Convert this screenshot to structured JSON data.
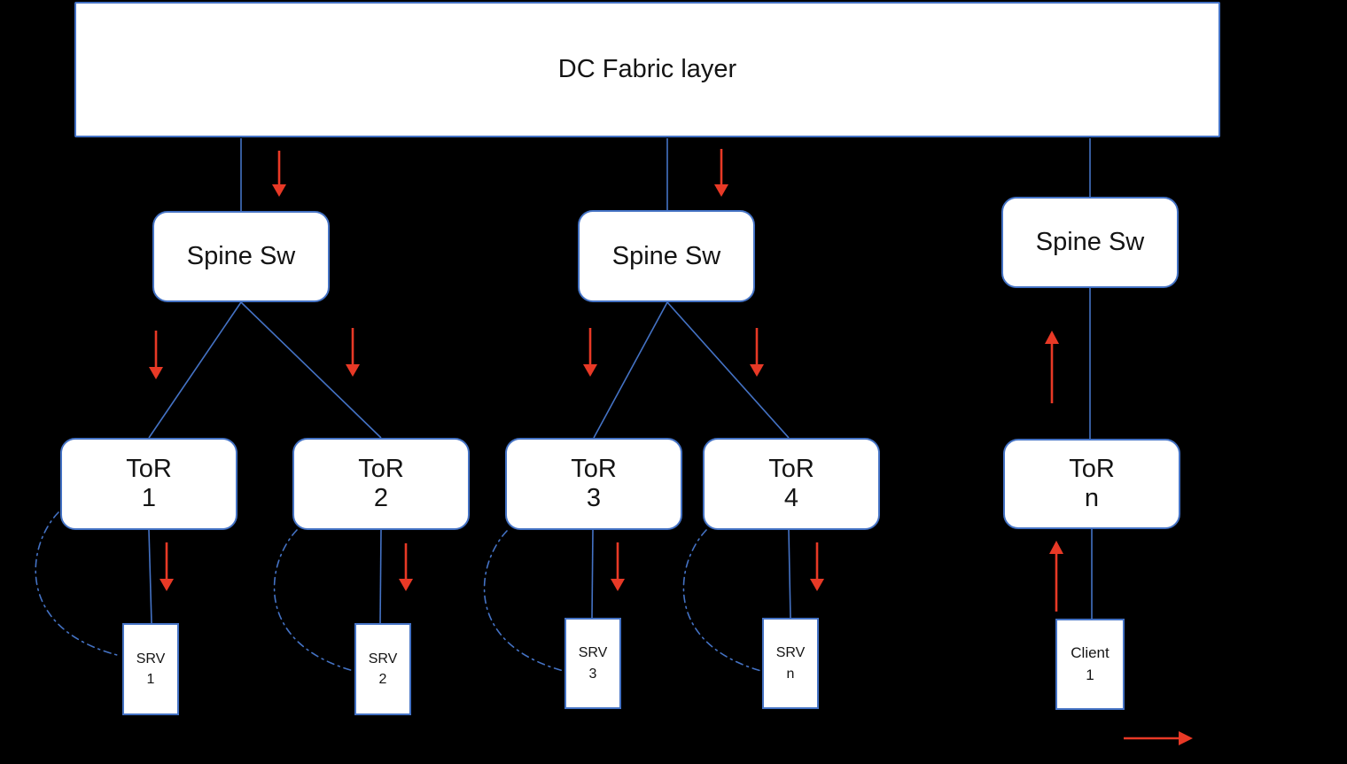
{
  "colors": {
    "line_blue": "#4472C4",
    "arrow_red": "#E83926",
    "box_fill": "#FFFFFF",
    "background": "#000000",
    "text_dark": "#141414"
  },
  "fabric": {
    "label": "DC Fabric layer"
  },
  "spine_switches": [
    {
      "label": "Spine Sw"
    },
    {
      "label": "Spine Sw"
    },
    {
      "label": "Spine Sw"
    }
  ],
  "tor_switches": [
    {
      "name": "ToR",
      "number": "1"
    },
    {
      "name": "ToR",
      "number": "2"
    },
    {
      "name": "ToR",
      "number": "3"
    },
    {
      "name": "ToR",
      "number": "4"
    },
    {
      "name": "ToR",
      "number": "n"
    }
  ],
  "endpoints": [
    {
      "name": "SRV",
      "number": "1"
    },
    {
      "name": "SRV",
      "number": "2"
    },
    {
      "name": "SRV",
      "number": "3"
    },
    {
      "name": "SRV",
      "number": "n"
    },
    {
      "name": "Client",
      "number": "1"
    }
  ]
}
